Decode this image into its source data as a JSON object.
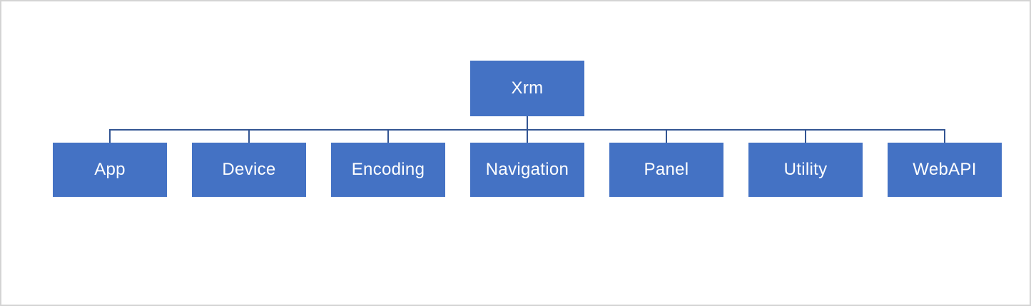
{
  "diagram": {
    "type": "hierarchy",
    "root": {
      "label": "Xrm"
    },
    "children": [
      {
        "label": "App"
      },
      {
        "label": "Device"
      },
      {
        "label": "Encoding"
      },
      {
        "label": "Navigation"
      },
      {
        "label": "Panel"
      },
      {
        "label": "Utility"
      },
      {
        "label": "WebAPI"
      }
    ]
  },
  "colors": {
    "box_fill": "#4472C4",
    "box_text": "#FFFFFF",
    "connector": "#335593",
    "canvas_background": "#FFFFFF",
    "canvas_border": "#D4D4D4"
  }
}
